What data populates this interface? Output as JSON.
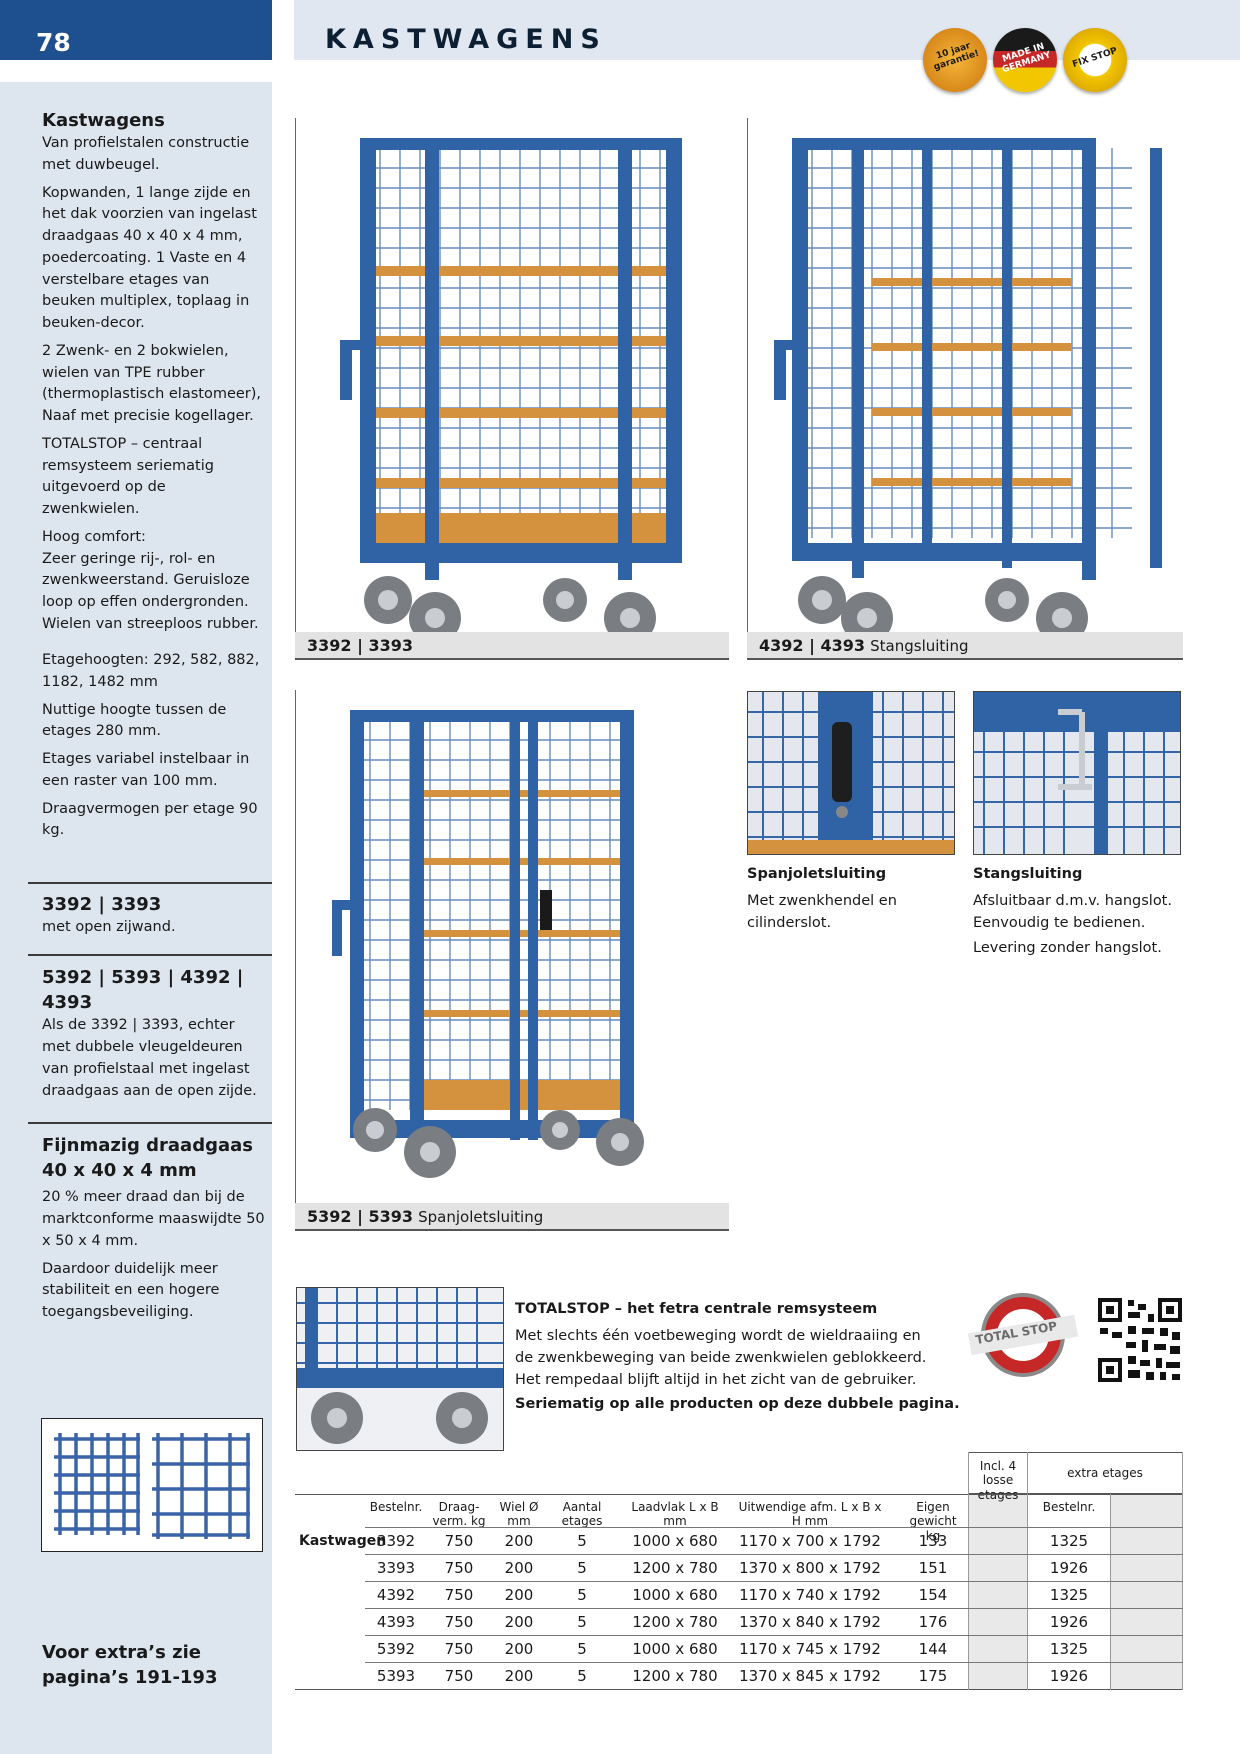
{
  "header": {
    "page_number": "78",
    "title": "KASTWAGENS",
    "badges": [
      {
        "label": "10 jaar garantie!",
        "color": "#e8a317"
      },
      {
        "label": "MADE IN GERMANY",
        "color": "#333333"
      },
      {
        "label": "FIX STOP",
        "color": "#f2c600"
      }
    ]
  },
  "sidebar": {
    "section1_title": "Kastwagens",
    "section1_paragraphs": [
      "Van profielstalen constructie met duwbeugel.",
      "Kopwanden, 1 lange zijde en het dak voorzien van ingelast draadgaas 40 x 40 x 4 mm, poedercoating. 1 Vaste en 4 verstelbare etages van beuken multiplex, toplaag in beuken-decor.",
      "2 Zwenk- en 2 bokwielen, wielen van TPE rubber (thermoplastisch elastomeer), Naaf met precisie kogellager.",
      "TOTALSTOP – centraal remsysteem seriematig uitgevoerd op de zwenkwielen.",
      "Hoog comfort:",
      "Zeer geringe rij-, rol- en zwenkweerstand. Geruisloze loop op effen ondergronden. Wielen van streeploos rubber."
    ],
    "section2_paragraphs": [
      "Etagehoogten: 292, 582, 882, 1182, 1482 mm",
      "Nuttige hoogte tussen de etages 280 mm.",
      "Etages variabel instelbaar in een raster van 100 mm.",
      "Draagvermogen per etage 90 kg."
    ],
    "model1_title": "3392 | 3393",
    "model1_text": "met open zijwand.",
    "model2_title": "5392 | 5393 | 4392 | 4393",
    "model2_text": "Als de 3392 | 3393, echter met dubbele vleugeldeuren van profielstaal met ingelast draadgaas aan de open zijde.",
    "mesh_title": "Fijnmazig draadgaas 40 x 40 x 4 mm",
    "mesh_paragraphs": [
      "20 % meer draad dan bij de marktconforme maaswijdte 50 x 50 x 4 mm.",
      "Daardoor duidelijk meer stabiliteit en een hogere toegangsbeveiliging."
    ],
    "extras": "Voor extra’s zie pagina’s 191-193"
  },
  "photos": {
    "cap1_code": "3392 | 3393",
    "cap2_code": "4392 | 4393",
    "cap2_sub": "Stangsluiting",
    "cap3_code": "5392 | 5393",
    "cap3_sub": "Spanjoletsluiting"
  },
  "details": {
    "d1_title": "Spanjoletsluiting",
    "d1_text": "Met zwenkhendel en cilinderslot.",
    "d2_title": "Stangsluiting",
    "d2_text1": "Afsluitbaar d.m.v. hangslot. Eenvoudig te bedienen.",
    "d2_text2": "Levering zonder hangslot."
  },
  "totalstop": {
    "title": "TOTALSTOP – het fetra centrale remsysteem",
    "text": "Met slechts één voetbeweging wordt de wieldraaiing en de zwenkbeweging van beide zwenkwielen geblokkeerd. Het rempedaal blijft altijd in het zicht van de gebruiker.",
    "bold_text": "Seriematig op alle producten op deze dubbele pagina.",
    "logo_text": "TOTAL STOP",
    "logo_color": "#c62828"
  },
  "table": {
    "group_head_1": "Incl. 4 losse etages",
    "group_head_2": "extra etages",
    "row_label": "Kastwagen",
    "headers": [
      "Bestelnr.",
      "Draag-verm. kg",
      "Wiel Ø mm",
      "Aantal etages",
      "Laadvlak L x B mm",
      "Uitwendige afm. L x B x H mm",
      "Eigen gewicht kg",
      "",
      "Bestelnr.",
      ""
    ],
    "rows": [
      [
        "3392",
        "750",
        "200",
        "5",
        "1000 x 680",
        "1170 x 700 x 1792",
        "133",
        "",
        "1325",
        ""
      ],
      [
        "3393",
        "750",
        "200",
        "5",
        "1200 x 780",
        "1370 x 800 x 1792",
        "151",
        "",
        "1926",
        ""
      ],
      [
        "4392",
        "750",
        "200",
        "5",
        "1000 x 680",
        "1170 x 740 x 1792",
        "154",
        "",
        "1325",
        ""
      ],
      [
        "4393",
        "750",
        "200",
        "5",
        "1200 x 780",
        "1370 x 840 x 1792",
        "176",
        "",
        "1926",
        ""
      ],
      [
        "5392",
        "750",
        "200",
        "5",
        "1000 x 680",
        "1170 x 745 x 1792",
        "144",
        "",
        "1325",
        ""
      ],
      [
        "5393",
        "750",
        "200",
        "5",
        "1200 x 780",
        "1370 x 845 x 1792",
        "175",
        "",
        "1926",
        ""
      ]
    ]
  }
}
